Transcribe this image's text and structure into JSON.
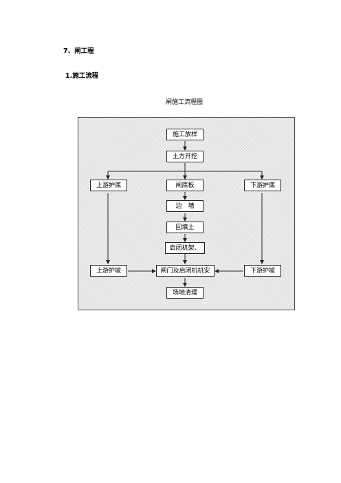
{
  "section": {
    "heading": "7、闸工程",
    "subheading": "1.施工流程"
  },
  "diagram": {
    "title": "闸施工流程图",
    "steps": {
      "layout": "施工放样",
      "excavation": "土方开挖",
      "upstream_bed": "上游护底",
      "sluice_floor": "闸底板",
      "downstream_bed": "下游护底",
      "side_wall": "边　墙",
      "backfill": "回填土",
      "hoist_frame": "启闭机架、",
      "upstream_slope": "上游护坡",
      "gate_install": "闸门及启闭机机安",
      "downstream_slope": "下游护坡",
      "site_cleanup": "场地清理"
    }
  }
}
